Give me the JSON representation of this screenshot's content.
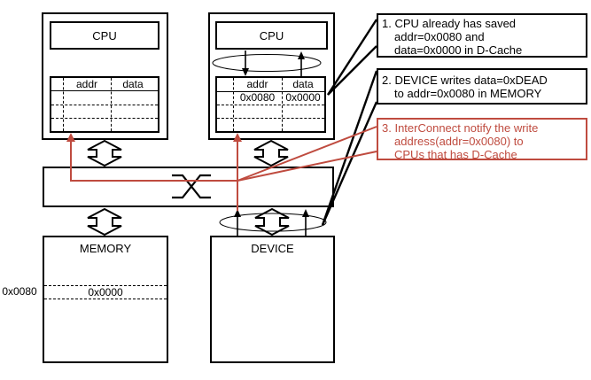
{
  "colors": {
    "ink": "#000000",
    "accent_red": "#bf4b3f",
    "paper": "#ffffff"
  },
  "cpu_left": {
    "label": "CPU",
    "cache": {
      "col_addr": "addr",
      "col_data": "data",
      "rows": [
        {
          "addr": "",
          "data": ""
        },
        {
          "addr": "",
          "data": ""
        },
        {
          "addr": "",
          "data": ""
        }
      ]
    }
  },
  "cpu_right": {
    "label": "CPU",
    "cache": {
      "col_addr": "addr",
      "col_data": "data",
      "rows": [
        {
          "addr": "0x0080",
          "data": "0x0000"
        },
        {
          "addr": "",
          "data": ""
        },
        {
          "addr": "",
          "data": ""
        }
      ]
    }
  },
  "interconnect": {
    "symbol": "crossbar-x-icon"
  },
  "memory": {
    "label": "MEMORY",
    "stored_addr": "0x0080",
    "stored_value": "0x0000"
  },
  "device": {
    "label": "DEVICE"
  },
  "annotations": {
    "note1": {
      "line1": "1. CPU already has saved",
      "line2": "addr=0x0080 and",
      "line3": "data=0x0000 in D-Cache"
    },
    "note2": {
      "line1": "2. DEVICE writes data=0xDEAD",
      "line2": "to addr=0x0080 in MEMORY"
    },
    "note3": {
      "line1": "3. InterConnect notify the write",
      "line2": "address(addr=0x0080) to",
      "line3": "CPUs that has D-Cache"
    }
  }
}
